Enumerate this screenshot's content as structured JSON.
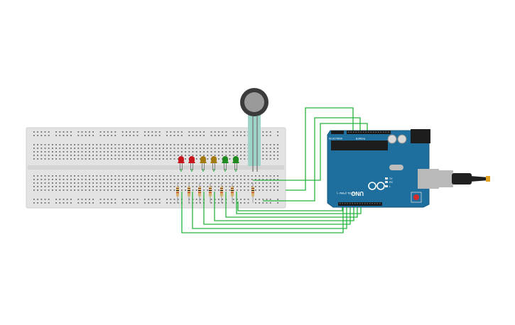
{
  "colors": {
    "background": "#ffffff",
    "breadboard": "#e3e3e3",
    "breadboard_edge": "#cfcfcf",
    "hole": "#6f6f6f",
    "wire": "#27b53f",
    "arduino_board": "#1f6f9e",
    "arduino_edge": "#17587f",
    "header": "#1a1a1a",
    "chip": "#1d1d1d",
    "sensor_body": "#3b3b3b",
    "sensor_face": "#9a9a9a",
    "sensor_tail": "#9fd4c9",
    "led_red": "#c9141b",
    "led_yellow": "#a37a12",
    "led_green": "#1e8a1e",
    "resistor": "#d6b26b",
    "usb_metal": "#b9b9b9",
    "usb_cable": "#202020",
    "reset_button": "#d62b2b"
  },
  "leds": [
    {
      "color": "red"
    },
    {
      "color": "red"
    },
    {
      "color": "yellow"
    },
    {
      "color": "yellow"
    },
    {
      "color": "green"
    },
    {
      "color": "green"
    }
  ],
  "arduino": {
    "model_label": "UNO",
    "analog_label": "ANALOG IN",
    "power_label": "POWER",
    "digital_label": "DIGITAL (PWM ~)",
    "tx_label": "TX",
    "rx_label": "RX",
    "l_label": "L"
  },
  "icons": {
    "arduino_logo": "infinity-logo-icon",
    "usb": "usb-connector-icon"
  }
}
